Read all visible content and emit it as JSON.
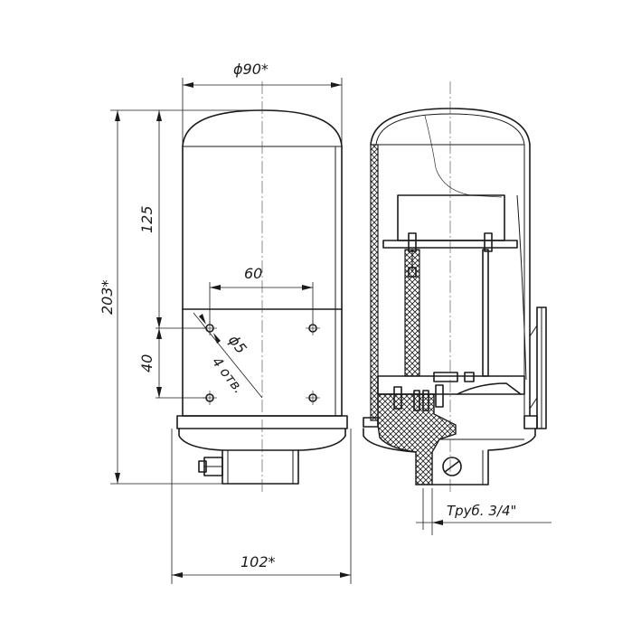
{
  "dimensions": {
    "top_diameter": "ϕ90*",
    "upper_height": "125",
    "total_height": "203*",
    "hole_spacing_horizontal": "60",
    "hole_spacing_vertical": "40",
    "hole_diameter": "ϕ5",
    "hole_count": "4 отв.",
    "base_width": "102*"
  },
  "notes": {
    "pipe_thread": "Труб. 3/4\""
  }
}
